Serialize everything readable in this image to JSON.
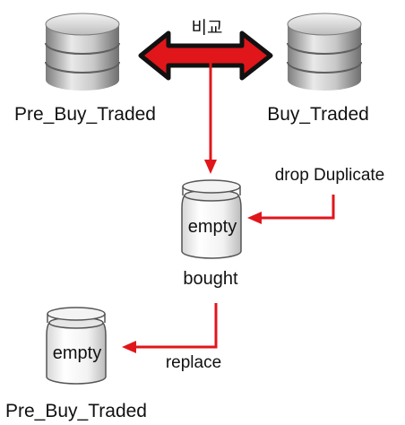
{
  "labels": {
    "db_left": "Pre_Buy_Traded",
    "db_right": "Buy_Traded",
    "compare": "비교",
    "drop_duplicate": "drop Duplicate",
    "bought": "bought",
    "jar_bought_content": "empty",
    "replace": "replace",
    "db_bottom": "Pre_Buy_Traded",
    "jar_result_content": "empty"
  },
  "colors": {
    "arrow_red": "#e0161b",
    "arrow_outline": "#111111",
    "db_gray_light": "#e8e8e8",
    "db_gray_dark": "#8a8a8a",
    "jar_outline": "#555555"
  },
  "icons": {
    "db_left": "database-icon",
    "db_right": "database-icon",
    "jar_bought": "jar-icon",
    "jar_result": "jar-icon"
  }
}
